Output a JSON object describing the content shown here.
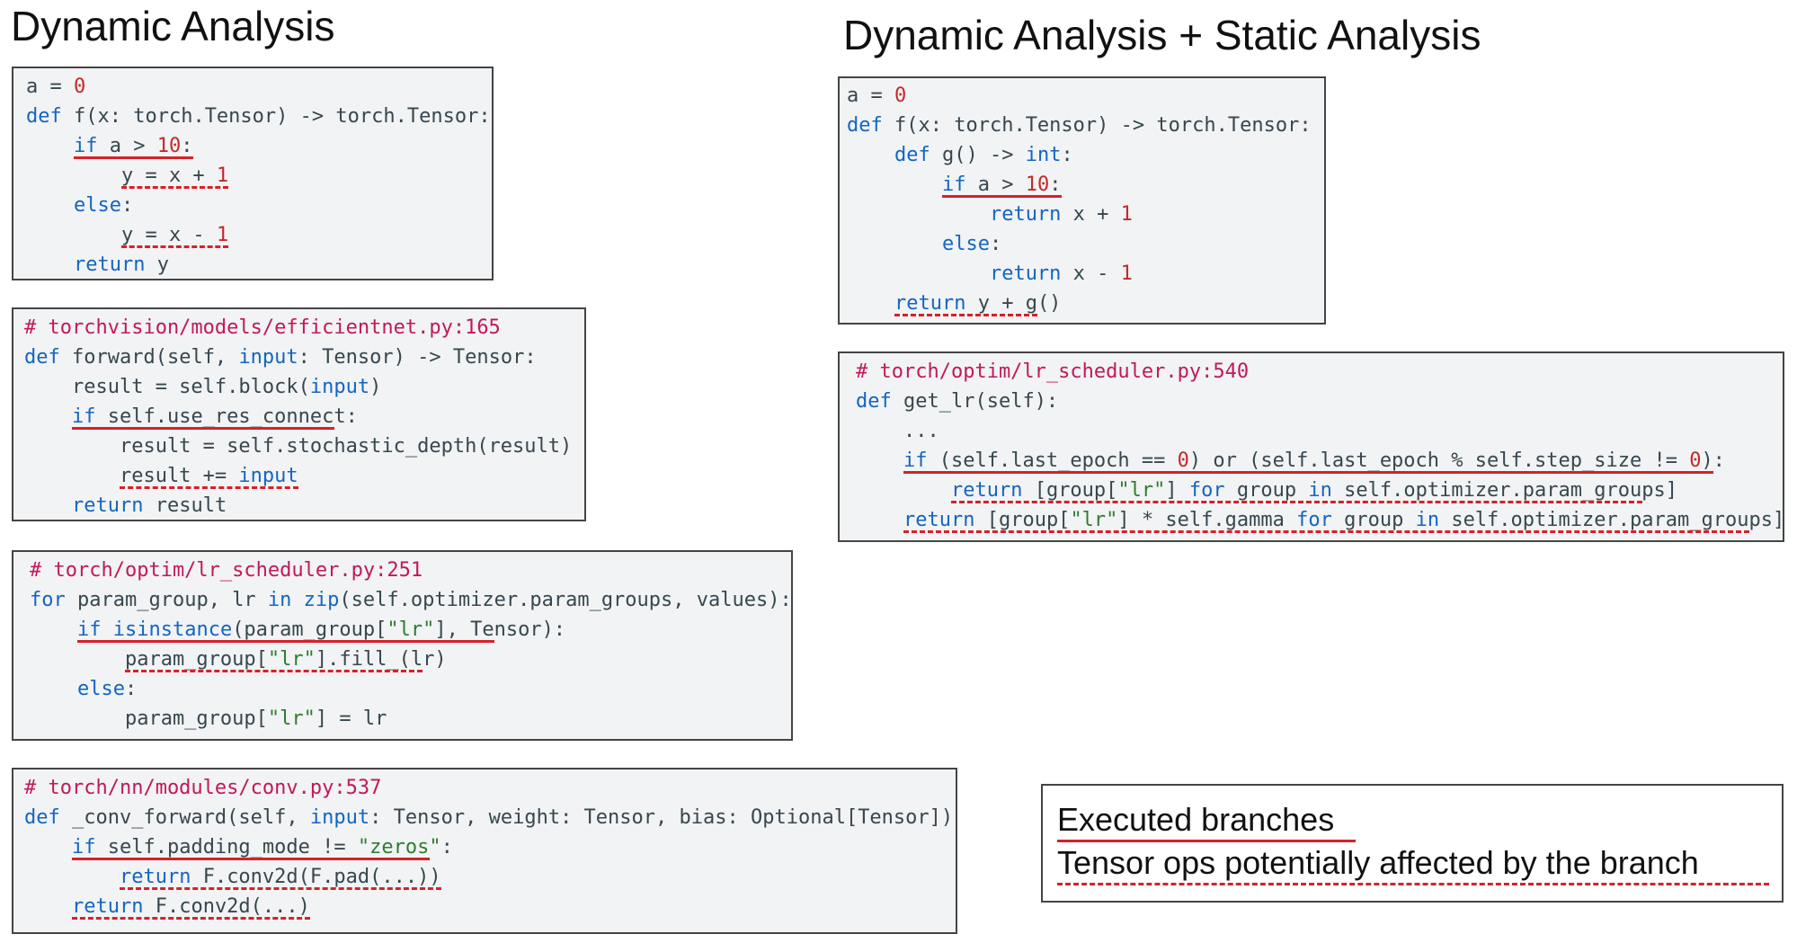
{
  "headings": {
    "left": "Dynamic Analysis",
    "right": "Dynamic Analysis + Static Analysis"
  },
  "legend": {
    "executed": "Executed branches",
    "affected": "Tensor ops potentially affected by the branch"
  },
  "colors": {
    "keyword": "#1565c0",
    "number": "#c62828",
    "string": "#2e7d32",
    "comment": "#c2185b",
    "underline": "#d6212a"
  },
  "code_blocks": [
    {
      "id": "dyn-1",
      "lines": [
        [
          [
            "a = ",
            "t"
          ],
          [
            "0",
            "n"
          ]
        ],
        [
          [
            "def",
            "k"
          ],
          [
            " f(x: torch.Tensor) -> torch.Tensor:",
            "t"
          ]
        ],
        [
          [
            "    ",
            "t"
          ],
          [
            "if",
            "k"
          ],
          [
            " a > ",
            "t"
          ],
          [
            "10",
            "n"
          ],
          [
            ":",
            "t"
          ]
        ],
        [
          [
            "        y = x + ",
            "t"
          ],
          [
            "1",
            "n"
          ]
        ],
        [
          [
            "    ",
            "t"
          ],
          [
            "else",
            "k"
          ],
          [
            ":",
            "t"
          ]
        ],
        [
          [
            "        y = x - ",
            "t"
          ],
          [
            "1",
            "n"
          ]
        ],
        [
          [
            "    ",
            "t"
          ],
          [
            "return",
            "k"
          ],
          [
            " y",
            "t"
          ]
        ]
      ],
      "marks": [
        {
          "line": 2,
          "start": 4,
          "end": 14,
          "style": "exec"
        },
        {
          "line": 3,
          "start": 8,
          "end": 17,
          "style": "affect"
        },
        {
          "line": 5,
          "start": 8,
          "end": 17,
          "style": "affect"
        }
      ]
    },
    {
      "id": "dyn-2",
      "lines": [
        [
          [
            "# torchvision/models/efficientnet.py:165",
            "c"
          ]
        ],
        [
          [
            "def",
            "k"
          ],
          [
            " forward(self, ",
            "t"
          ],
          [
            "input",
            "k"
          ],
          [
            ": Tensor) -> Tensor:",
            "t"
          ]
        ],
        [
          [
            "    result = self.block(",
            "t"
          ],
          [
            "input",
            "k"
          ],
          [
            ")",
            "t"
          ]
        ],
        [
          [
            "    ",
            "t"
          ],
          [
            "if",
            "k"
          ],
          [
            " self.use_res_connect:",
            "t"
          ]
        ],
        [
          [
            "        result = self.stochastic_depth(result)",
            "t"
          ]
        ],
        [
          [
            "        result += ",
            "t"
          ],
          [
            "input",
            "k"
          ]
        ],
        [
          [
            "    ",
            "t"
          ],
          [
            "return",
            "k"
          ],
          [
            " result",
            "t"
          ]
        ]
      ],
      "marks": [
        {
          "line": 3,
          "start": 4,
          "end": 26,
          "style": "exec"
        },
        {
          "line": 5,
          "start": 8,
          "end": 23,
          "style": "affect"
        }
      ]
    },
    {
      "id": "dyn-3",
      "lines": [
        [
          [
            "# torch/optim/lr_scheduler.py:251",
            "c"
          ]
        ],
        [
          [
            "for",
            "k"
          ],
          [
            " param_group, lr ",
            "t"
          ],
          [
            "in",
            "k"
          ],
          [
            " ",
            "t"
          ],
          [
            "zip",
            "k"
          ],
          [
            "(self.optimizer.param_groups, values):",
            "t"
          ]
        ],
        [
          [
            "    ",
            "t"
          ],
          [
            "if",
            "k"
          ],
          [
            " ",
            "t"
          ],
          [
            "isinstance",
            "k"
          ],
          [
            "(param_group[",
            "t"
          ],
          [
            "\"lr\"",
            "s"
          ],
          [
            "], Tensor):",
            "t"
          ]
        ],
        [
          [
            "        param_group[",
            "t"
          ],
          [
            "\"lr\"",
            "s"
          ],
          [
            "].fill_(lr)",
            "t"
          ]
        ],
        [
          [
            "    ",
            "t"
          ],
          [
            "else",
            "k"
          ],
          [
            ":",
            "t"
          ]
        ],
        [
          [
            "        param_group[",
            "t"
          ],
          [
            "\"lr\"",
            "s"
          ],
          [
            "] = lr",
            "t"
          ]
        ]
      ],
      "marks": [
        {
          "line": 2,
          "start": 4,
          "end": 39,
          "style": "exec"
        },
        {
          "line": 3,
          "start": 8,
          "end": 33,
          "style": "affect"
        }
      ]
    },
    {
      "id": "dyn-4",
      "lines": [
        [
          [
            "# torch/nn/modules/conv.py:537",
            "c"
          ]
        ],
        [
          [
            "def",
            "k"
          ],
          [
            " _conv_forward(self, ",
            "t"
          ],
          [
            "input",
            "k"
          ],
          [
            ": Tensor, weight: Tensor, bias: Optional[Tensor]):",
            "t"
          ]
        ],
        [
          [
            "    ",
            "t"
          ],
          [
            "if",
            "k"
          ],
          [
            " self.padding_mode != ",
            "t"
          ],
          [
            "\"zeros\"",
            "s"
          ],
          [
            ":",
            "t"
          ]
        ],
        [
          [
            "        ",
            "t"
          ],
          [
            "return",
            "k"
          ],
          [
            " F.conv2d(F.pad(...))",
            "t"
          ]
        ],
        [
          [
            "    ",
            "t"
          ],
          [
            "return",
            "k"
          ],
          [
            " F.conv2d(...)",
            "t"
          ]
        ]
      ],
      "marks": [
        {
          "line": 2,
          "start": 4,
          "end": 34,
          "style": "exec"
        },
        {
          "line": 3,
          "start": 8,
          "end": 35,
          "style": "affect"
        },
        {
          "line": 4,
          "start": 4,
          "end": 24,
          "style": "affect"
        }
      ]
    },
    {
      "id": "stat-1",
      "lines": [
        [
          [
            "a = ",
            "t"
          ],
          [
            "0",
            "n"
          ]
        ],
        [
          [
            "def",
            "k"
          ],
          [
            " f(x: torch.Tensor) -> torch.Tensor:",
            "t"
          ]
        ],
        [
          [
            "    ",
            "t"
          ],
          [
            "def",
            "k"
          ],
          [
            " g() -> ",
            "t"
          ],
          [
            "int",
            "k"
          ],
          [
            ":",
            "t"
          ]
        ],
        [
          [
            "        ",
            "t"
          ],
          [
            "if",
            "k"
          ],
          [
            " a > ",
            "t"
          ],
          [
            "10",
            "n"
          ],
          [
            ":",
            "t"
          ]
        ],
        [
          [
            "            ",
            "t"
          ],
          [
            "return",
            "k"
          ],
          [
            " x + ",
            "t"
          ],
          [
            "1",
            "n"
          ]
        ],
        [
          [
            "        ",
            "t"
          ],
          [
            "else",
            "k"
          ],
          [
            ":",
            "t"
          ]
        ],
        [
          [
            "            ",
            "t"
          ],
          [
            "return",
            "k"
          ],
          [
            " x - ",
            "t"
          ],
          [
            "1",
            "n"
          ]
        ],
        [
          [
            "    ",
            "t"
          ],
          [
            "return",
            "k"
          ],
          [
            " y + g()",
            "t"
          ]
        ]
      ],
      "marks": [
        {
          "line": 3,
          "start": 8,
          "end": 18,
          "style": "exec"
        },
        {
          "line": 7,
          "start": 4,
          "end": 16,
          "style": "affect"
        }
      ]
    },
    {
      "id": "stat-2",
      "lines": [
        [
          [
            "# torch/optim/lr_scheduler.py:540",
            "c"
          ]
        ],
        [
          [
            "def",
            "k"
          ],
          [
            " get_lr(self):",
            "t"
          ]
        ],
        [
          [
            "    ...",
            "t"
          ]
        ],
        [
          [
            "    ",
            "t"
          ],
          [
            "if",
            "k"
          ],
          [
            " (self.last_epoch == ",
            "t"
          ],
          [
            "0",
            "n"
          ],
          [
            ") or (self.last_epoch % self.step_size != ",
            "t"
          ],
          [
            "0",
            "n"
          ],
          [
            "):",
            "t"
          ]
        ],
        [
          [
            "        ",
            "t"
          ],
          [
            "return",
            "k"
          ],
          [
            " [group[",
            "t"
          ],
          [
            "\"lr\"",
            "s"
          ],
          [
            "] ",
            "t"
          ],
          [
            "for",
            "k"
          ],
          [
            " group ",
            "t"
          ],
          [
            "in",
            "k"
          ],
          [
            " self.optimizer.param_groups]",
            "t"
          ]
        ],
        [
          [
            "    ",
            "t"
          ],
          [
            "return",
            "k"
          ],
          [
            " [group[",
            "t"
          ],
          [
            "\"lr\"",
            "s"
          ],
          [
            "] * self.gamma ",
            "t"
          ],
          [
            "for",
            "k"
          ],
          [
            " group ",
            "t"
          ],
          [
            "in",
            "k"
          ],
          [
            " self.optimizer.param_groups]",
            "t"
          ]
        ]
      ],
      "marks": [
        {
          "line": 3,
          "start": 4,
          "end": 72,
          "style": "exec"
        },
        {
          "line": 4,
          "start": 8,
          "end": 66,
          "style": "affect"
        },
        {
          "line": 5,
          "start": 4,
          "end": 75,
          "style": "affect"
        }
      ]
    }
  ]
}
